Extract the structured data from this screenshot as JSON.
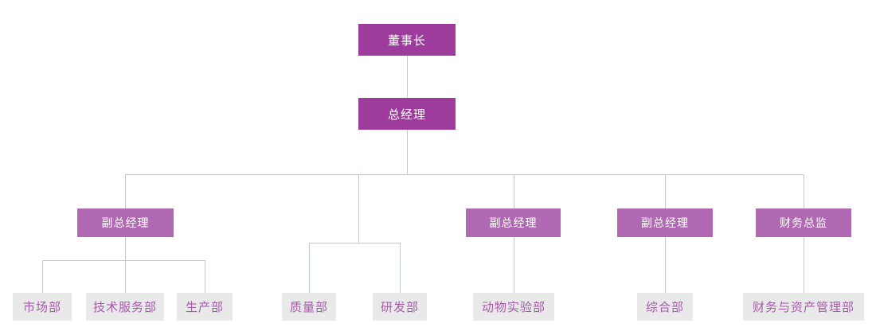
{
  "nodes": {
    "chairman": {
      "label": "董事长"
    },
    "general_manager": {
      "label": "总经理"
    },
    "deputy_gm_1": {
      "label": "副总经理"
    },
    "deputy_gm_2": {
      "label": "副总经理"
    },
    "deputy_gm_3": {
      "label": "副总经理"
    },
    "finance_director": {
      "label": "财务总监"
    },
    "marketing_dept": {
      "label": "市场部"
    },
    "tech_service_dept": {
      "label": "技术服务部"
    },
    "production_dept": {
      "label": "生产部"
    },
    "quality_dept": {
      "label": "质量部"
    },
    "rnd_dept": {
      "label": "研发部"
    },
    "animal_lab_dept": {
      "label": "动物实验部"
    },
    "general_affairs_dept": {
      "label": "综合部"
    },
    "finance_asset_dept": {
      "label": "财务与资产管理部"
    }
  },
  "hierarchy": {
    "root": "董事长",
    "children": [
      {
        "label": "总经理",
        "children": [
          {
            "label": "副总经理",
            "children": [
              "市场部",
              "技术服务部",
              "生产部"
            ]
          },
          {
            "label": "",
            "children": [
              "质量部",
              "研发部"
            ]
          },
          {
            "label": "副总经理",
            "children": [
              "动物实验部"
            ]
          },
          {
            "label": "副总经理",
            "children": [
              "综合部"
            ]
          },
          {
            "label": "财务总监",
            "children": [
              "财务与资产管理部"
            ]
          }
        ]
      }
    ]
  },
  "colors": {
    "level1_bg": "#9D3C9D",
    "level3_bg": "#B269B3",
    "dept_bg": "#E9E9E9",
    "dept_text": "#A45BA8",
    "node_text": "#FFFFFF",
    "connector": "#BDCBD5"
  }
}
